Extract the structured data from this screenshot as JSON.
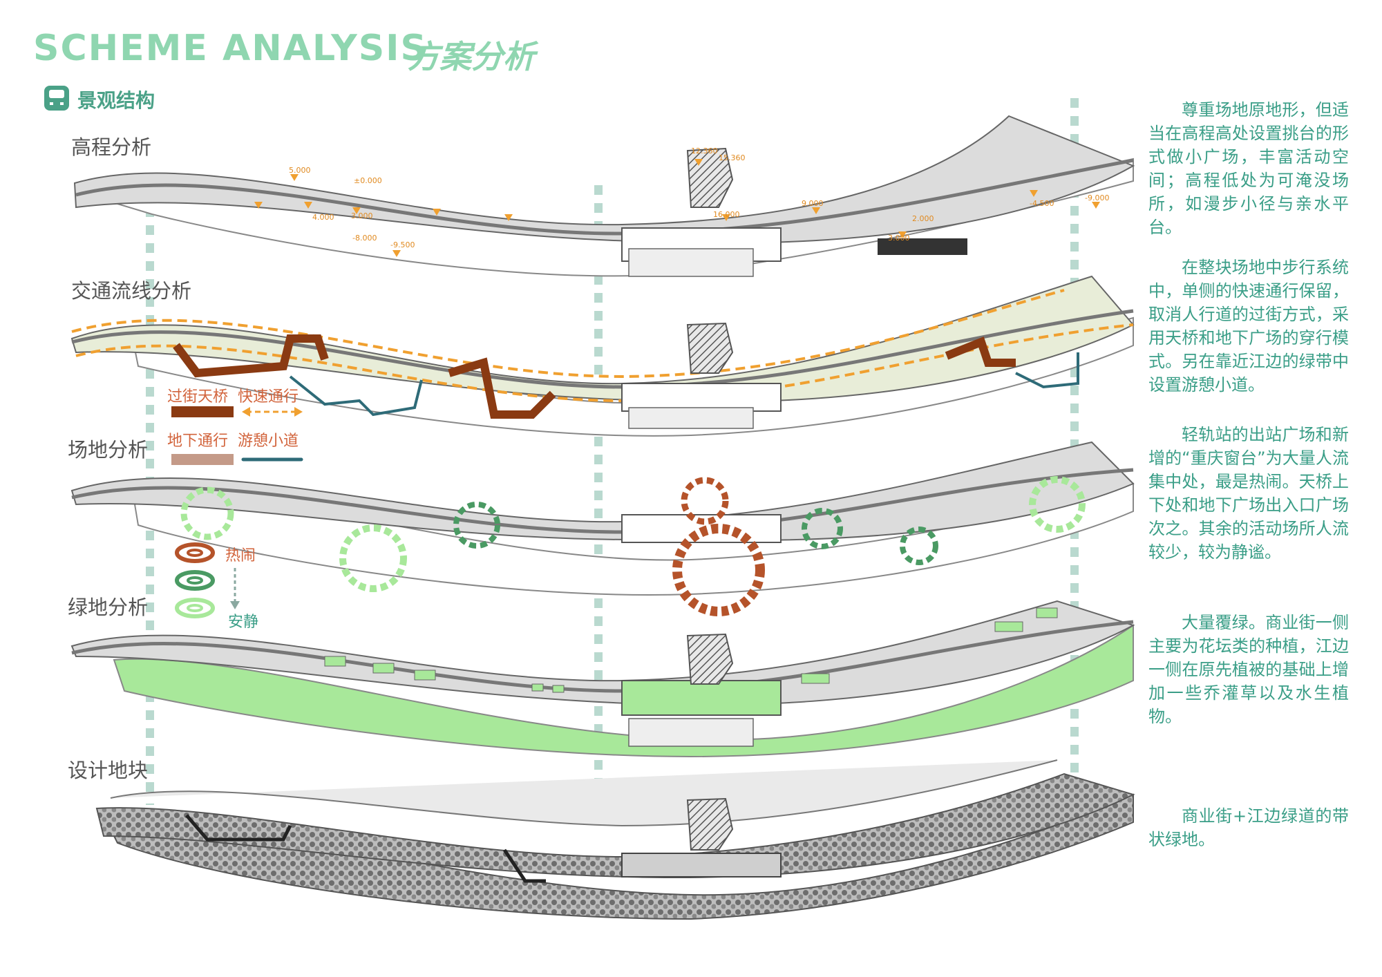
{
  "header": {
    "title_en": "SCHEME ANALYSIS",
    "title_cn": "方案分析",
    "subtitle": "景观结构"
  },
  "sections": [
    {
      "label": "高程分析",
      "description": "尊重场地原地形，但适当在高程高处设置挑台的形式做小广场，丰富活动空间；高程低处为可淹没场所，如漫步小径与亲水平台。"
    },
    {
      "label": "交通流线分析",
      "description": "在整块场地中步行系统中，单侧的快速通行保留，取消人行道的过街方式，采用天桥和地下广场的穿行模式。另在靠近江边的绿带中设置游憩小道。"
    },
    {
      "label": "场地分析",
      "description": "轻轨站的出站广场和新增的“重庆窗台”为大量人流集中处，最是热闹。天桥上下处和地下广场出入口广场次之。其余的活动场所人流较少，较为静谧。"
    },
    {
      "label": "绿地分析",
      "description": "大量覆绿。商业街一侧主要为花坛类的种植，江边一侧在原先植被的基础上增加一些乔灌草以及水生植物。"
    },
    {
      "label": "设计地块",
      "description": "商业街+江边绿道的带状绿地。"
    }
  ],
  "elevation_markers": [
    "12.360",
    "15.360",
    "5.000",
    "±0.000",
    "4.000",
    "3.000",
    "-8.000",
    "-9.500",
    "16.000",
    "9.000",
    "-4.500",
    "-9.000",
    "3.000",
    "2.000"
  ],
  "traffic_legend": {
    "bridge": "过街天桥",
    "fast": "快速通行",
    "underground": "地下通行",
    "trail": "游憩小道"
  },
  "activity_legend": {
    "lively": "热闹",
    "quiet": "安静"
  },
  "colors": {
    "title": "#8fd6b0",
    "accent": "#3a9e87",
    "orange": "#f0a030",
    "bridge": "#8a3a12",
    "underground": "#c49a88",
    "trail": "#2e6b78",
    "green": "#a8e89a"
  }
}
